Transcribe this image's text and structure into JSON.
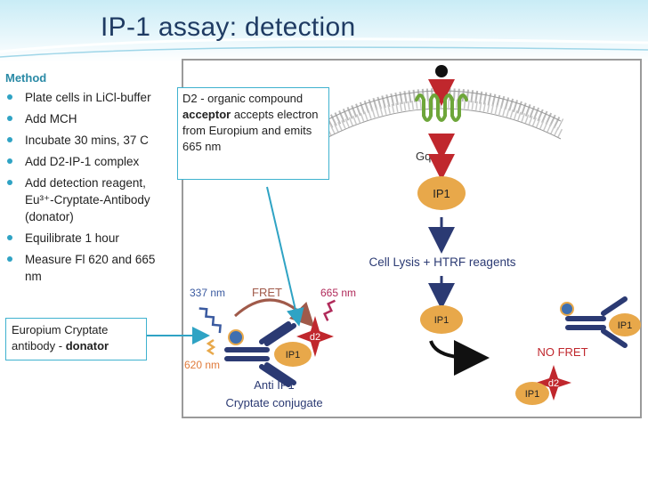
{
  "title": "IP-1 assay: detection",
  "method": {
    "label": "Method",
    "steps": [
      "Plate cells in LiCl-buffer",
      "Add MCH",
      "Incubate 30 mins, 37  C",
      "Add D2-IP-1 complex",
      "Add detection reagent, Eu³⁺-Cryptate-Antibody (donator)",
      "Equilibrate 1 hour",
      "Measure Fl 620 and 665 nm"
    ]
  },
  "callout_d2": {
    "line1": "D2 - organic compound",
    "bold": "acceptor",
    "rest": " accepts electron from Europium and emits 665 nm"
  },
  "callout_eu": {
    "text": "Europium Cryptate antibody - ",
    "bold": "donator"
  },
  "figure": {
    "gq": "Gq",
    "ip1": "IP1",
    "lysis": "Cell Lysis + HTRF reagents",
    "nm337": "337 nm",
    "fret": "FRET",
    "nm665": "665 nm",
    "nm620": "620 nm",
    "d2": "d2",
    "anti1": "Anti IP1",
    "anti2": "Cryptate conjugate",
    "nofret": "NO FRET"
  },
  "colors": {
    "title": "#1f3b63",
    "accent": "#2fa3c4",
    "receptor": "#6ea63a",
    "arrow_red": "#c0272d",
    "arrow_navy": "#2b3a73",
    "ip1_fill": "#e8a84a",
    "antibody": "#2b3a73",
    "d2_star": "#c0272d"
  }
}
